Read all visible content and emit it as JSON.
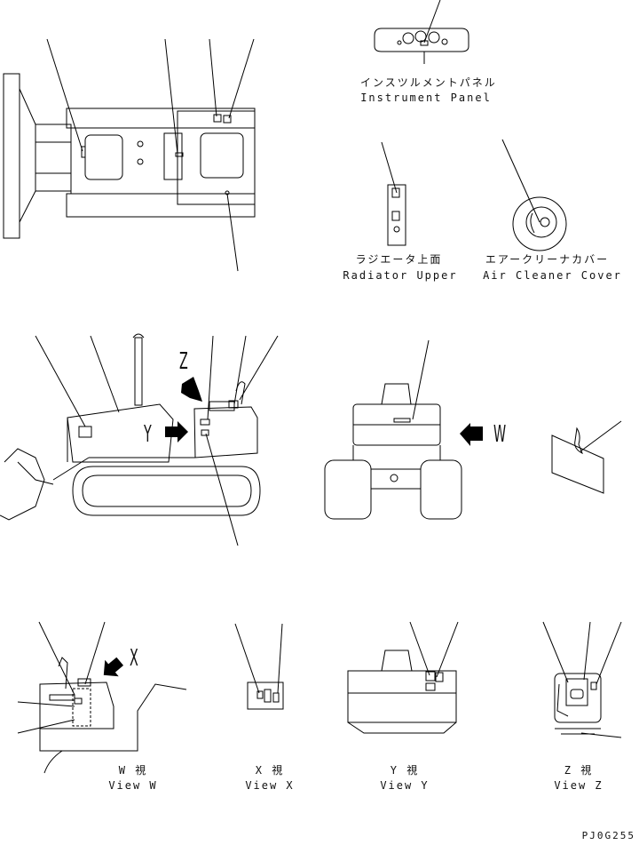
{
  "labels": {
    "instrument_panel_jp": "インスツルメントパネル",
    "instrument_panel_en": "Instrument Panel",
    "radiator_upper_jp": "ラジエータ上面",
    "radiator_upper_en": "Radiator Upper",
    "air_cleaner_cover_jp": "エアークリーナカバー",
    "air_cleaner_cover_en": "Air Cleaner Cover",
    "view_w_jp": "W 視",
    "view_w_en": "View W",
    "view_x_jp": "X 視",
    "view_x_en": "View X",
    "view_y_jp": "Y 視",
    "view_y_en": "View Y",
    "view_z_jp": "Z 視",
    "view_z_en": "View Z",
    "drawing_code": "PJ0G255"
  },
  "view_letters": {
    "z": "Z",
    "y": "Y",
    "w": "W",
    "x": "X"
  }
}
